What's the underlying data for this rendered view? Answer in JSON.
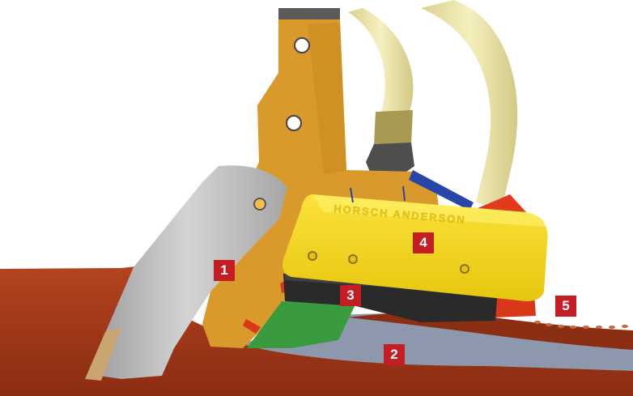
{
  "brand_marking": "HORSCH ANDERSON",
  "callouts": [
    {
      "id": "1",
      "label": "1"
    },
    {
      "id": "2",
      "label": "2"
    },
    {
      "id": "3",
      "label": "3"
    },
    {
      "id": "4",
      "label": "4"
    },
    {
      "id": "5",
      "label": "5"
    }
  ],
  "colors": {
    "badge": "#c41e24",
    "frame": "#d99a2b",
    "knife": "#b3b3b3",
    "boot": "#f2d51b",
    "tip": "#2a2a2a",
    "wing": "#3a9a3e",
    "soil": "#a4381a",
    "seed_zone": "#8e98ad",
    "hose": "#efe8a8"
  }
}
